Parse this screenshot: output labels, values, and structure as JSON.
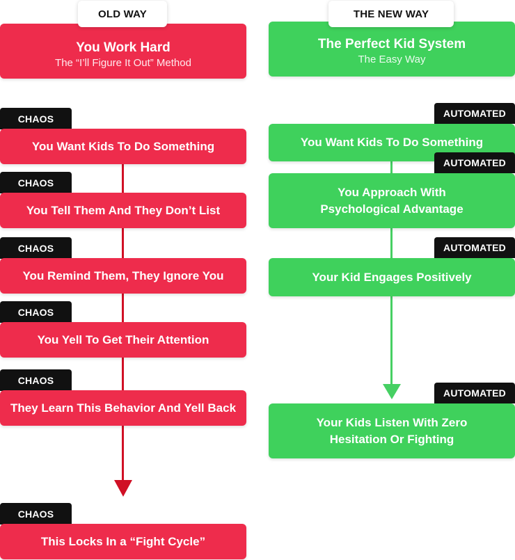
{
  "old_way": {
    "header_label": "OLD WAY",
    "title": "You Work Hard",
    "subtitle": "The “I’ll Figure It Out” Method",
    "steps": [
      {
        "tag": "CHAOS",
        "text": "You Want Kids To Do Something"
      },
      {
        "tag": "CHAOS",
        "text": "You Tell Them And They Don’t List"
      },
      {
        "tag": "CHAOS",
        "text": "You Remind Them, They Ignore You"
      },
      {
        "tag": "CHAOS",
        "text": "You Yell To Get Their Attention"
      },
      {
        "tag": "CHAOS",
        "text": "They Learn This Behavior And Yell Back"
      },
      {
        "tag": "CHAOS",
        "text": "This Locks In a “Fight Cycle”"
      }
    ]
  },
  "new_way": {
    "header_label": "THE NEW WAY",
    "title": "The Perfect Kid System",
    "subtitle": "The Easy Way",
    "steps": [
      {
        "tag": "AUTOMATED",
        "text": "You Want Kids To Do Something"
      },
      {
        "tag": "AUTOMATED",
        "line1": "You Approach With",
        "line2": "Psychological Advantage"
      },
      {
        "tag": "AUTOMATED",
        "text": "Your Kid Engages Positively"
      },
      {
        "tag": "AUTOMATED",
        "line1": "Your Kids Listen With Zero",
        "line2": "Hesitation Or Fighting"
      }
    ]
  },
  "colors": {
    "old_accent": "#ee2c4c",
    "old_arrow": "#d01025",
    "new_accent": "#3fd15c",
    "tag_background": "#111111"
  }
}
